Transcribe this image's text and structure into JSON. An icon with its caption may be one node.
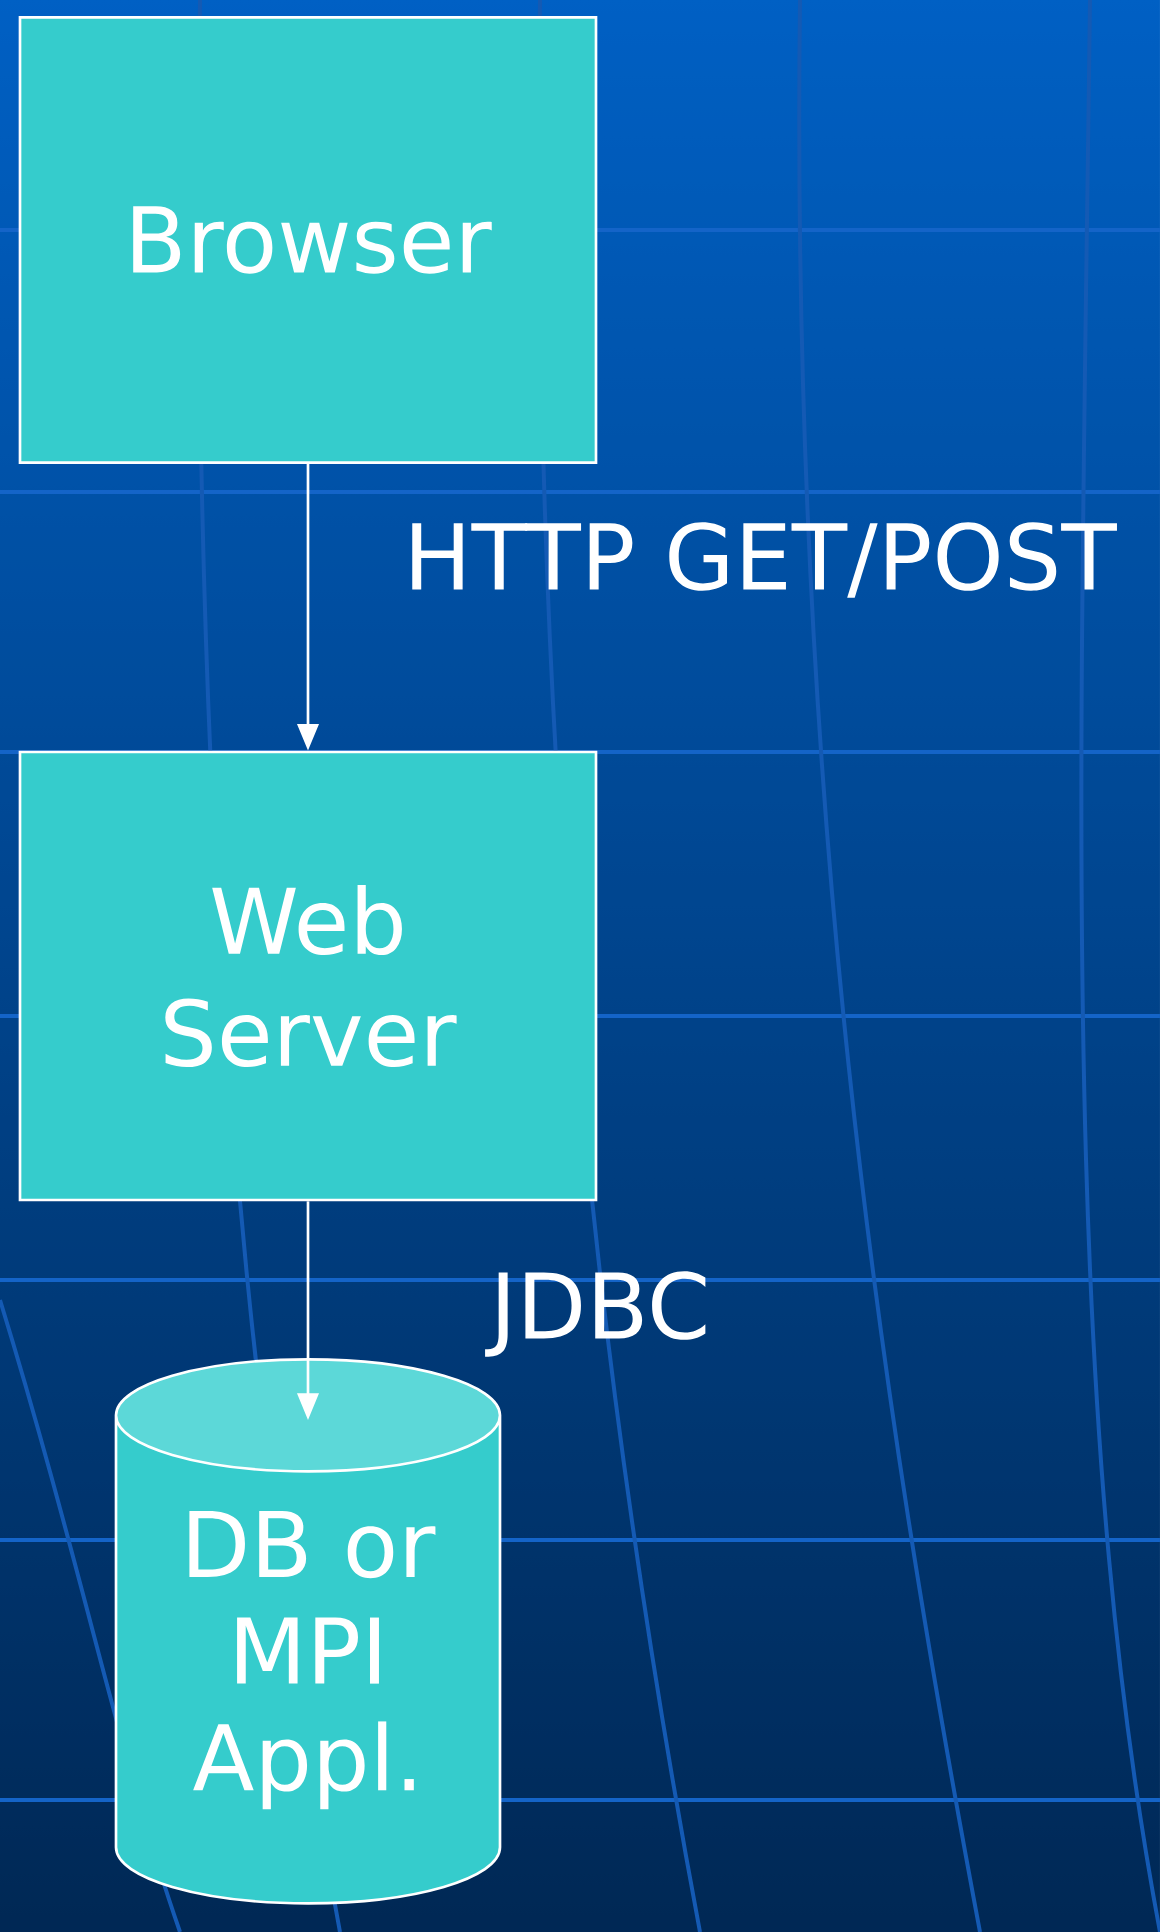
{
  "diagram": {
    "nodes": [
      {
        "text": [
          "Browser"
        ]
      },
      {
        "text": [
          "Web Server"
        ]
      },
      {
        "text": [
          "DB or MPI Appl."
        ]
      }
    ],
    "edges": [
      {
        "from": 0,
        "to": 1,
        "arrow": "to",
        "label": "HTTP GET/POST"
      },
      {
        "from": 1,
        "to": 2,
        "arrow": "to",
        "label": "JDBC"
      }
    ]
  }
}
